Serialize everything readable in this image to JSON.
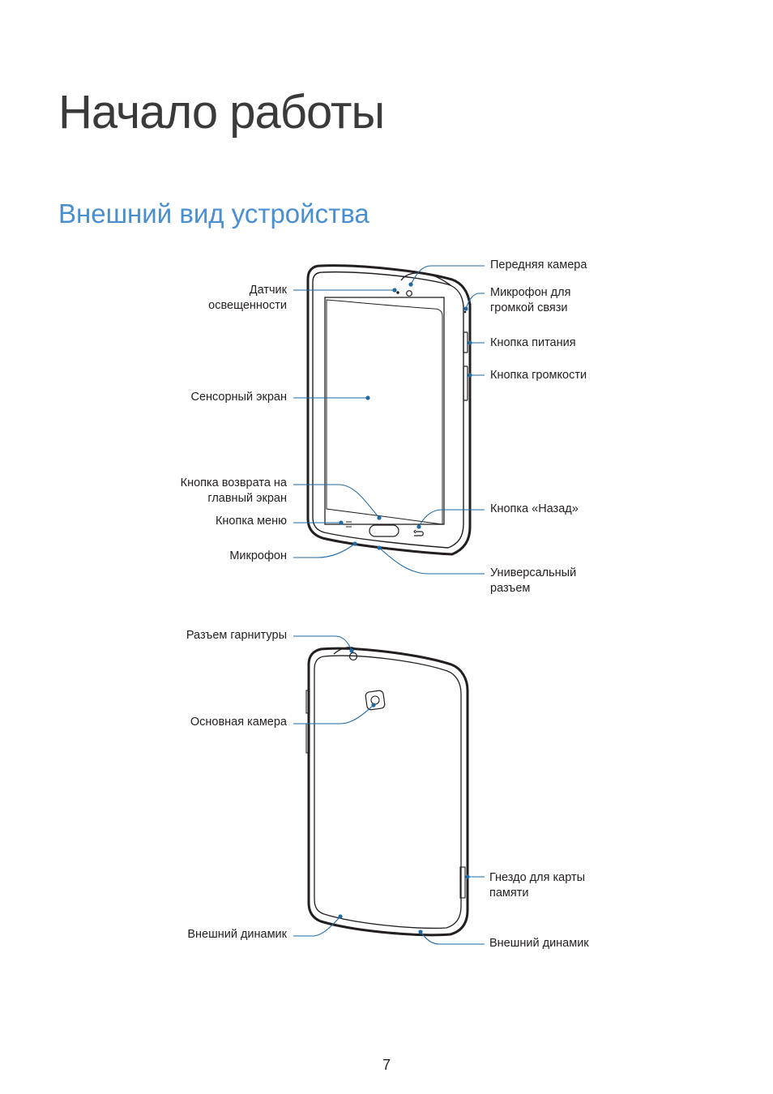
{
  "page": {
    "chapter_title": "Начало работы",
    "section_title": "Внешний вид устройства",
    "page_number": "7"
  },
  "front_labels": {
    "light_sensor": "Датчик\nосвещенности",
    "touch_screen": "Сенсорный экран",
    "home_button": "Кнопка возврата на\nглавный экран",
    "menu_button": "Кнопка меню",
    "microphone": "Микрофон",
    "front_camera": "Передняя камера",
    "speakerphone_mic": "Микрофон для\nгромкой связи",
    "power_button": "Кнопка питания",
    "volume_button": "Кнопка громкости",
    "back_button": "Кнопка «Назад»",
    "multipurpose_jack": "Универсальный\nразъем"
  },
  "back_labels": {
    "headset_jack": "Разъем гарнитуры",
    "rear_camera": "Основная камера",
    "speaker_left": "Внешний динамик",
    "memory_card_slot": "Гнездо для карты\nпамяти",
    "speaker_right": "Внешний динамик"
  },
  "colors": {
    "leader_line": "#1f6aa5",
    "section_title": "#4a8fd0",
    "device_outline": "#231f20"
  }
}
